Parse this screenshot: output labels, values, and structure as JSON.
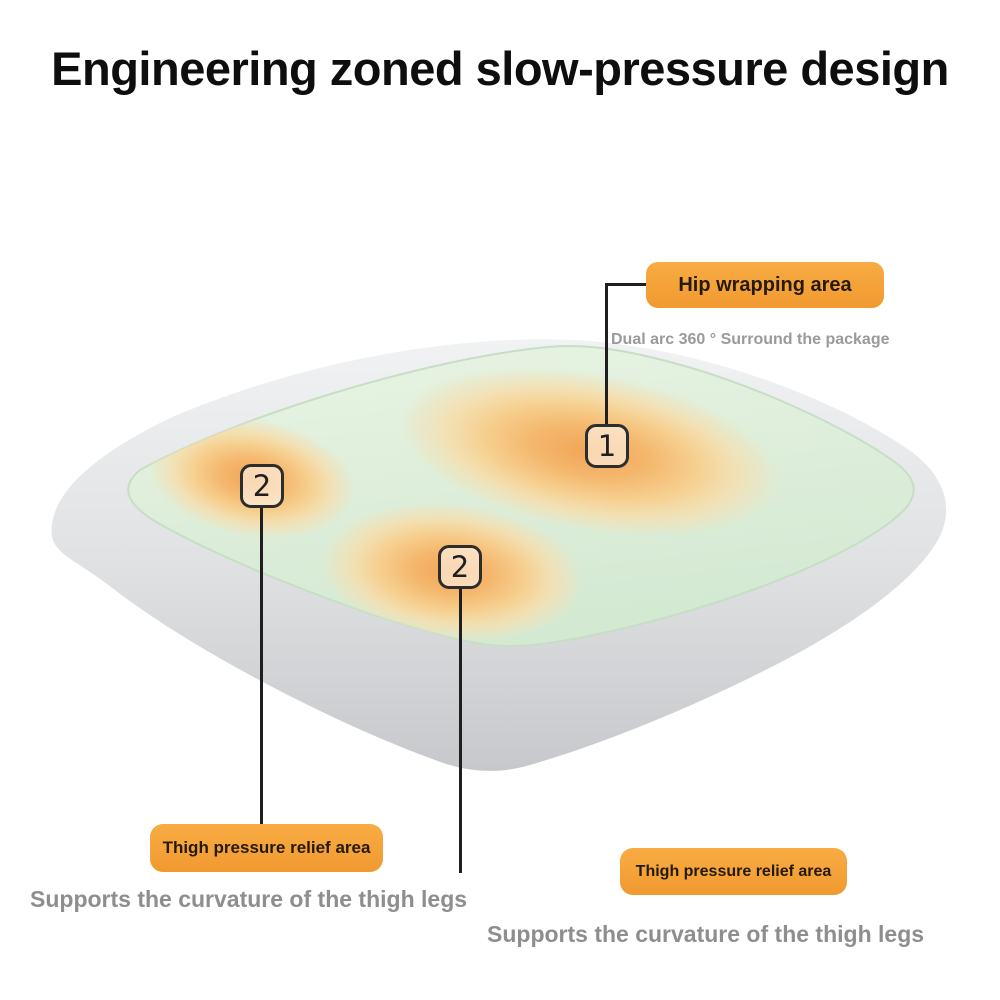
{
  "title": "Engineering zoned slow-pressure design",
  "callouts": {
    "hip": {
      "badge": "Hip wrapping area",
      "subtext": "Dual arc 360 ° Surround the package",
      "marker": "1"
    },
    "thigh_left": {
      "badge": "Thigh pressure relief area",
      "caption": "Supports the curvature of the thigh legs",
      "marker": "2"
    },
    "thigh_bottom": {
      "badge": "Thigh pressure relief area",
      "caption": "Supports the curvature of the thigh legs",
      "marker": "2"
    }
  },
  "colors": {
    "badge_orange": "#F5A53C",
    "badge_text": "#241A06",
    "caption_gray": "#8E8E8E",
    "cushion_top_green": "#DDEEDA",
    "pressure_zone_core": "#F1A556",
    "pressure_zone_halo": "#F6DEAD",
    "cushion_body_gray": "#D9DBDD",
    "callout_line": "#1F1F1F"
  }
}
